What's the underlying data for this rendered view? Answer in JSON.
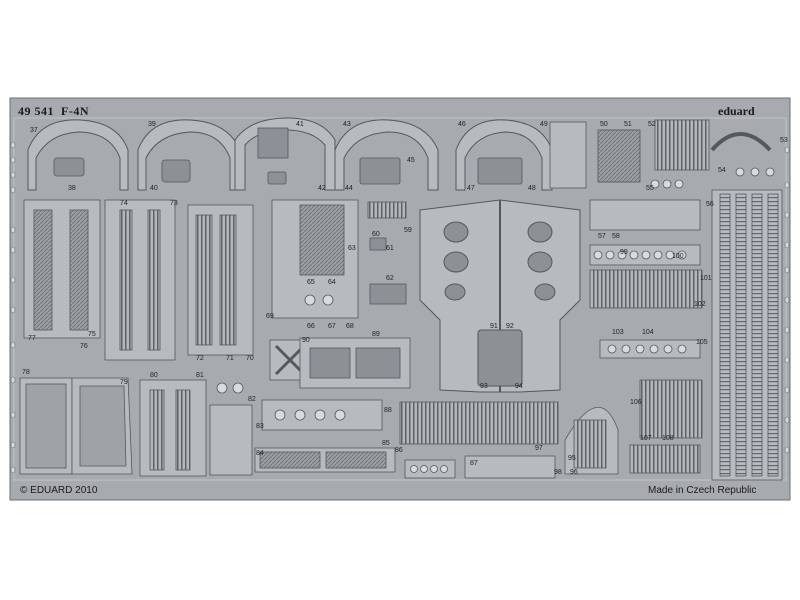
{
  "fret": {
    "product_code": "49 541",
    "aircraft": "F-4N",
    "brand": "eduard",
    "copyright": "© EDUARD 2010",
    "origin": "Made in Czech Republic",
    "metal_color": "#a9adb2",
    "cutout_color": "#8d9196"
  },
  "part_numbers": [
    "37",
    "38",
    "39",
    "40",
    "41",
    "42",
    "43",
    "44",
    "45",
    "46",
    "47",
    "48",
    "49",
    "50",
    "51",
    "52",
    "53",
    "54",
    "55",
    "56",
    "57",
    "58",
    "59",
    "60",
    "61",
    "62",
    "63",
    "64",
    "65",
    "66",
    "67",
    "68",
    "69",
    "70",
    "71",
    "72",
    "73",
    "74",
    "75",
    "76",
    "77",
    "78",
    "79",
    "80",
    "81",
    "82",
    "83",
    "84",
    "85",
    "86",
    "87",
    "88",
    "89",
    "90",
    "91",
    "92",
    "93",
    "94",
    "95",
    "96",
    "97",
    "98",
    "99",
    "100",
    "101",
    "102",
    "103",
    "104",
    "105",
    "106",
    "107",
    "108"
  ]
}
